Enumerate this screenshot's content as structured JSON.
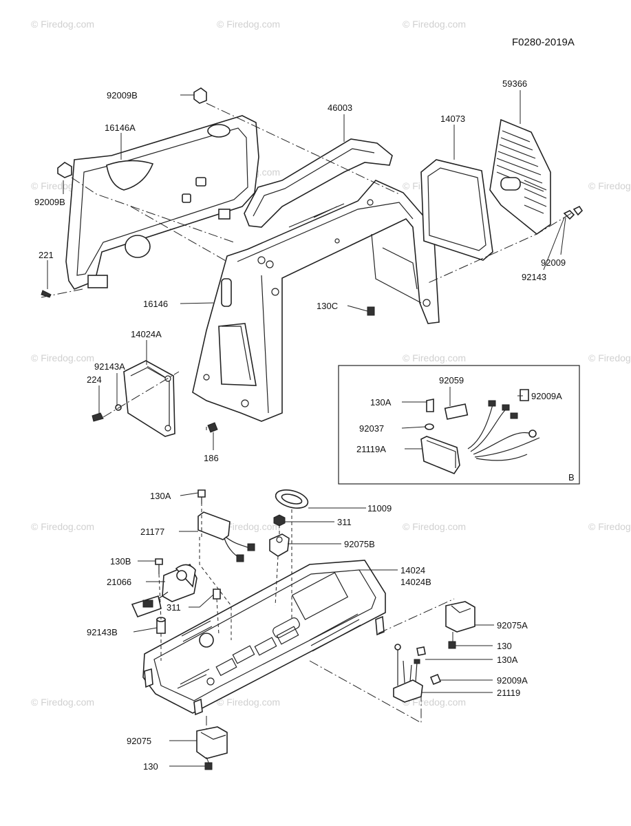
{
  "figure_code": "F0280-2019A",
  "inset_label": "B",
  "watermark_text": "© Firedog.com",
  "callouts": [
    {
      "id": "92009B_top",
      "text": "92009B"
    },
    {
      "id": "16146A",
      "text": "16146A"
    },
    {
      "id": "92009B_left",
      "text": "92009B"
    },
    {
      "id": "221",
      "text": "221"
    },
    {
      "id": "46003",
      "text": "46003"
    },
    {
      "id": "14073",
      "text": "14073"
    },
    {
      "id": "59366",
      "text": "59366"
    },
    {
      "id": "92009",
      "text": "92009"
    },
    {
      "id": "92143",
      "text": "92143"
    },
    {
      "id": "16146",
      "text": "16146"
    },
    {
      "id": "130C",
      "text": "130C"
    },
    {
      "id": "14024A",
      "text": "14024A"
    },
    {
      "id": "92143A",
      "text": "92143A"
    },
    {
      "id": "224",
      "text": "224"
    },
    {
      "id": "186",
      "text": "186"
    },
    {
      "id": "92059",
      "text": "92059"
    },
    {
      "id": "130A_inset",
      "text": "130A"
    },
    {
      "id": "92009A_inset",
      "text": "92009A"
    },
    {
      "id": "92037",
      "text": "92037"
    },
    {
      "id": "21119A",
      "text": "21119A"
    },
    {
      "id": "130A_a",
      "text": "130A"
    },
    {
      "id": "11009",
      "text": "11009"
    },
    {
      "id": "311_a",
      "text": "311"
    },
    {
      "id": "21177",
      "text": "21177"
    },
    {
      "id": "92075B",
      "text": "92075B"
    },
    {
      "id": "130B",
      "text": "130B"
    },
    {
      "id": "14024",
      "text": "14024"
    },
    {
      "id": "14024B",
      "text": "14024B"
    },
    {
      "id": "21066",
      "text": "21066"
    },
    {
      "id": "311_b",
      "text": "311"
    },
    {
      "id": "92143B",
      "text": "92143B"
    },
    {
      "id": "92075A",
      "text": "92075A"
    },
    {
      "id": "130_a",
      "text": "130"
    },
    {
      "id": "130A_b",
      "text": "130A"
    },
    {
      "id": "92009A_b",
      "text": "92009A"
    },
    {
      "id": "21119",
      "text": "21119"
    },
    {
      "id": "92075",
      "text": "92075"
    },
    {
      "id": "130_b",
      "text": "130"
    }
  ]
}
